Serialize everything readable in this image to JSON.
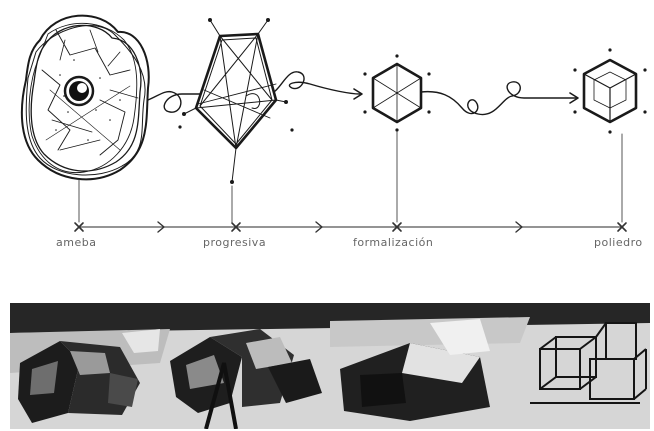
{
  "stages": [
    {
      "label": "ameba"
    },
    {
      "label": "progresiva"
    },
    {
      "label": "formalización"
    },
    {
      "label": "poliedro"
    }
  ],
  "colors": {
    "ink": "#1a1a1a",
    "label": "#666666",
    "photo_dark": "#1c1c1c",
    "photo_light": "#d9d9d9"
  }
}
